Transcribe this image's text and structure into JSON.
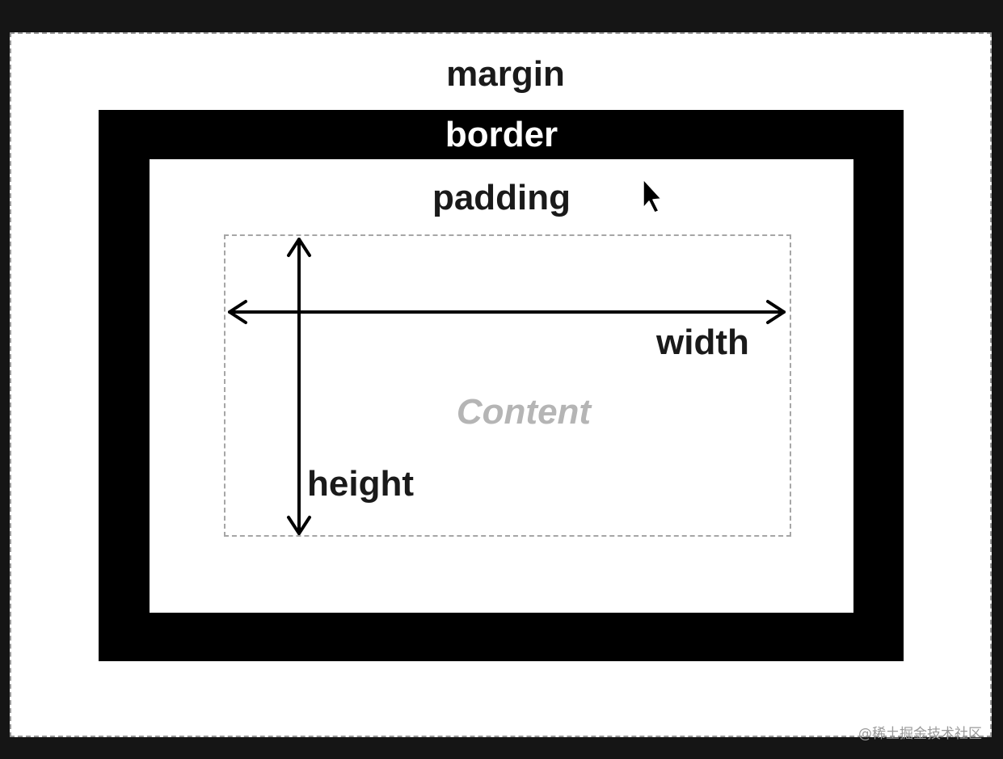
{
  "labels": {
    "margin": "margin",
    "border": "border",
    "padding": "padding",
    "width": "width",
    "height": "height",
    "content": "Content"
  },
  "watermark": "@稀土掘金技术社区",
  "colors": {
    "background": "#151515",
    "margin_fill": "#ffffff",
    "border_fill": "#000000",
    "padding_fill": "#ffffff",
    "content_text": "#b5b5b5",
    "dashed_outline": "#a6a6a6"
  },
  "icons": {
    "pointer": "mouse-pointer-icon"
  }
}
